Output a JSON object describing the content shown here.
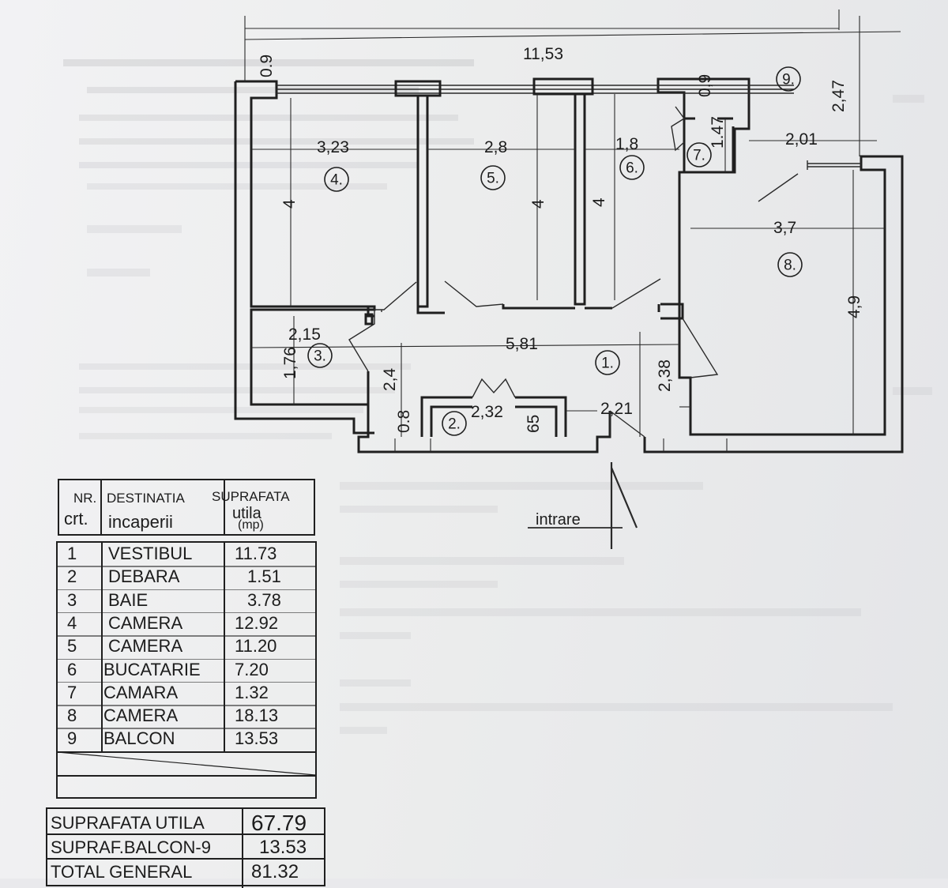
{
  "plan": {
    "dimensions": {
      "total_width": "11,53",
      "top_wall": "0.9",
      "room4_width": "3,23",
      "room4_depth": "4",
      "room5_width": "2,8",
      "room5_depth": "4",
      "room6_width": "1,8",
      "room6_depth": "4",
      "room7_width": "0,9",
      "room7_depth": "1.47",
      "balcony_depth": "2,47",
      "balcony_width": "2,01",
      "room8_width": "3,7",
      "room8_depth": "4,9",
      "bath_width": "2,15",
      "bath_depth": "1,76",
      "hall_length": "5,81",
      "hall_depth_left": "2,4",
      "hall_depth_right": "2,38",
      "closet_width": "2,32",
      "closet_depth_left": "0.8",
      "closet_depth_right": "65",
      "entry_width": "2,21"
    },
    "rooms": [
      "1.",
      "2.",
      "3.",
      "4.",
      "5.",
      "6.",
      "7.",
      "8.",
      "9."
    ],
    "entrance_label": "intrare"
  },
  "legend": {
    "header_nr": "NR.",
    "header_crt": "crt.",
    "header_dest1": "DESTINATIA",
    "header_dest2": "incaperii",
    "header_surf1": "SUPRAFATA",
    "header_surf2": "utila",
    "header_surf3": "(mp)",
    "rows": [
      {
        "nr": "1",
        "name": "VESTIBUL",
        "area": "11.73"
      },
      {
        "nr": "2",
        "name": "DEBARA",
        "area": "1.51"
      },
      {
        "nr": "3",
        "name": "BAIE",
        "area": "3.78"
      },
      {
        "nr": "4",
        "name": "CAMERA",
        "area": "12.92"
      },
      {
        "nr": "5",
        "name": "CAMERA",
        "area": "11.20"
      },
      {
        "nr": "6",
        "name": "BUCATARIE",
        "area": "7.20"
      },
      {
        "nr": "7",
        "name": "CAMARA",
        "area": "1.32"
      },
      {
        "nr": "8",
        "name": "CAMERA",
        "area": "18.13"
      },
      {
        "nr": "9",
        "name": "BALCON",
        "area": "13.53"
      }
    ]
  },
  "totals": {
    "rows": [
      {
        "label": "SUPRAFATA UTILA",
        "value": "67.79"
      },
      {
        "label": "SUPRAF.BALCON-9",
        "value": "13.53"
      },
      {
        "label": "TOTAL GENERAL",
        "value": "81.32"
      }
    ]
  }
}
